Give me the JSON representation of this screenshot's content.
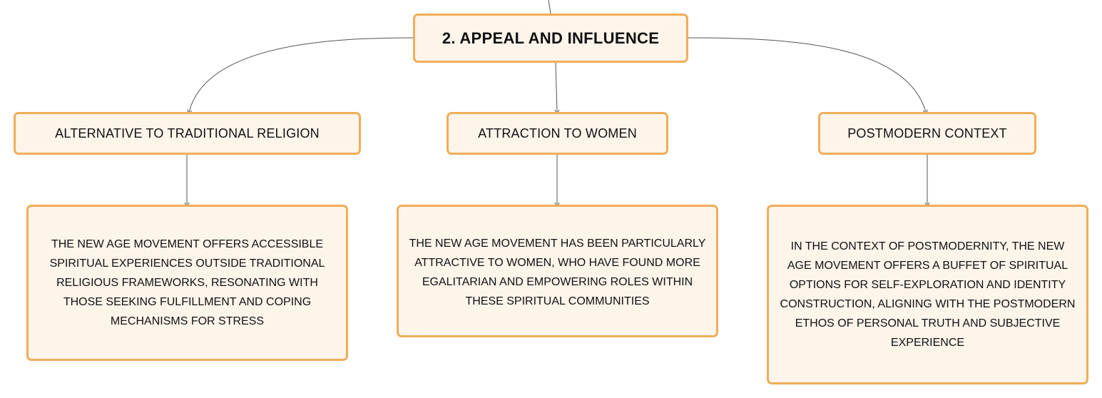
{
  "colors": {
    "node_fill": "#fdf4ea",
    "node_border": "#f0ad59",
    "connector": "#555555",
    "text": "#111111"
  },
  "root": {
    "label": "2. APPEAL AND INFLUENCE"
  },
  "branches": [
    {
      "label": "ALTERNATIVE TO TRADITIONAL RELIGION",
      "detail": "THE NEW AGE MOVEMENT OFFERS ACCESSIBLE SPIRITUAL EXPERIENCES OUTSIDE TRADITIONAL RELIGIOUS FRAMEWORKS, RESONATING WITH THOSE SEEKING FULFILLMENT AND COPING MECHANISMS FOR STRESS"
    },
    {
      "label": "ATTRACTION TO WOMEN",
      "detail": "THE NEW AGE MOVEMENT HAS BEEN PARTICULARLY ATTRACTIVE TO WOMEN, WHO HAVE FOUND MORE EGALITARIAN AND EMPOWERING ROLES WITHIN THESE SPIRITUAL COMMUNITIES"
    },
    {
      "label": "POSTMODERN CONTEXT",
      "detail": "IN THE CONTEXT OF POSTMODERNITY, THE NEW AGE MOVEMENT OFFERS A BUFFET OF SPIRITUAL OPTIONS FOR SELF-EXPLORATION AND IDENTITY CONSTRUCTION, ALIGNING WITH THE POSTMODERN ETHOS OF PERSONAL TRUTH AND SUBJECTIVE EXPERIENCE"
    }
  ]
}
